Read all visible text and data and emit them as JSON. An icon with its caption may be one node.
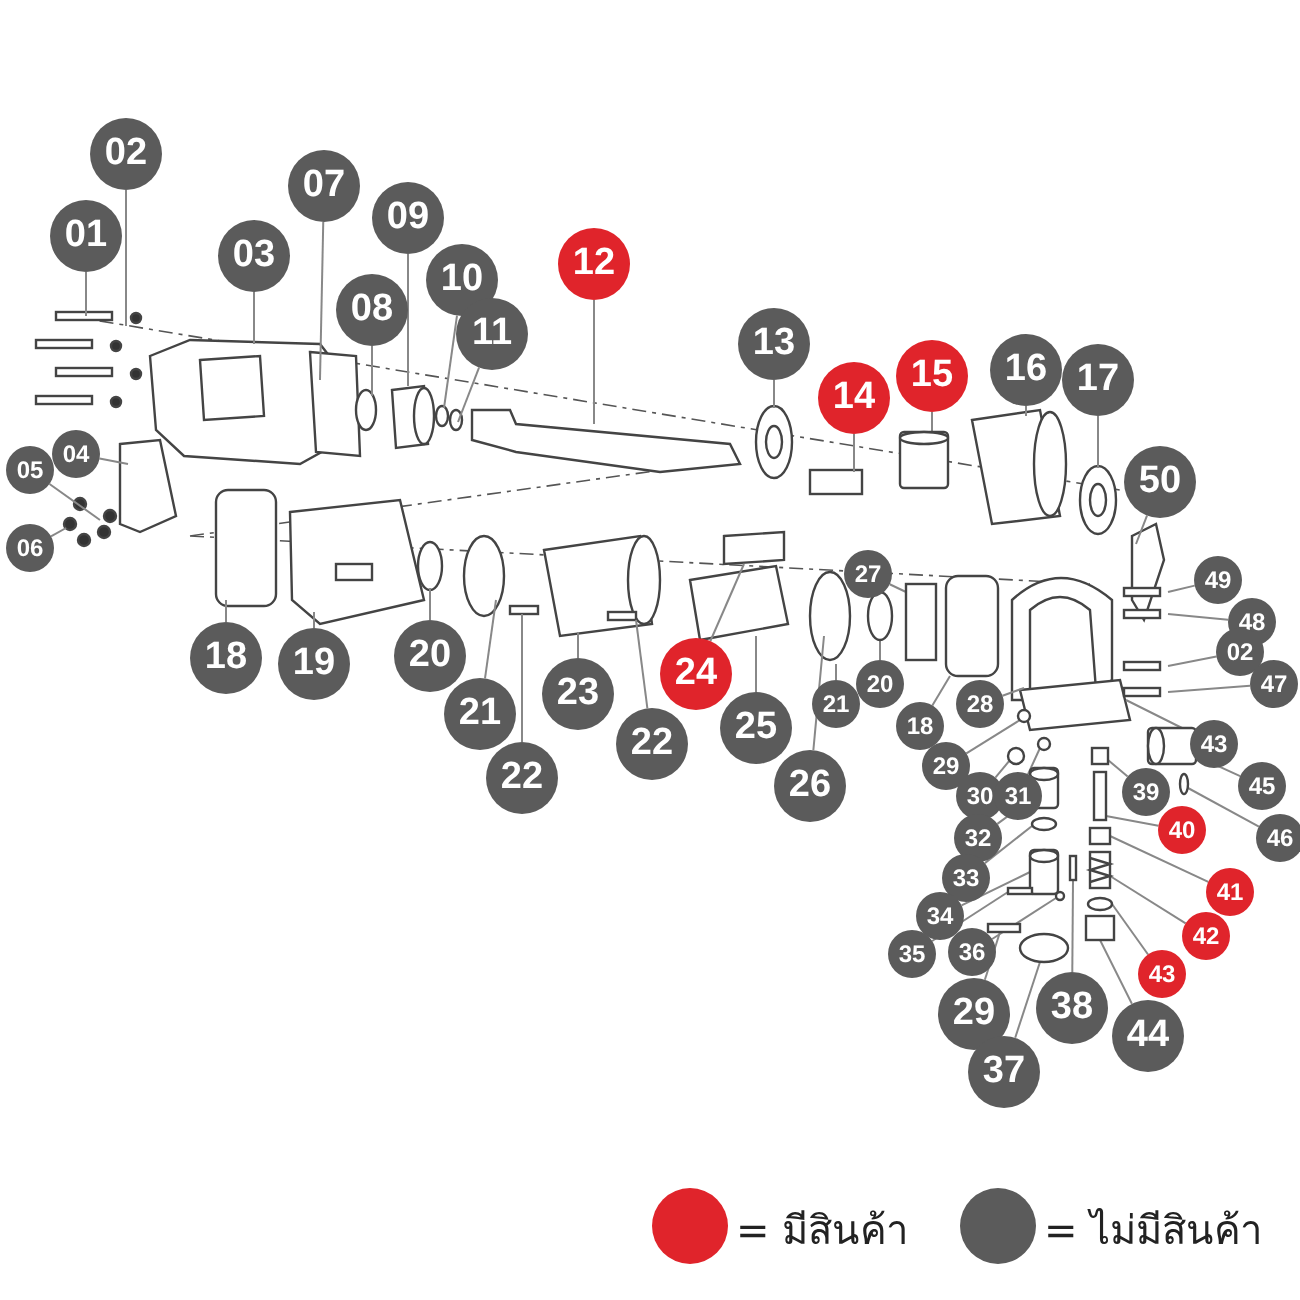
{
  "diagram": {
    "nodes": [
      {
        "text": [
          "01"
        ]
      },
      {
        "text": [
          "02"
        ]
      },
      {
        "text": [
          "03"
        ]
      },
      {
        "text": [
          "07"
        ]
      },
      {
        "text": [
          "08"
        ]
      },
      {
        "text": [
          "09"
        ]
      },
      {
        "text": [
          "10"
        ]
      },
      {
        "text": [
          "11"
        ]
      },
      {
        "text": [
          "12"
        ]
      },
      {
        "text": [
          "04"
        ]
      },
      {
        "text": [
          "05"
        ]
      },
      {
        "text": [
          "06"
        ]
      },
      {
        "text": [
          "13"
        ]
      },
      {
        "text": [
          "14"
        ]
      },
      {
        "text": [
          "15"
        ]
      },
      {
        "text": [
          "16"
        ]
      },
      {
        "text": [
          "17"
        ]
      },
      {
        "text": [
          "50"
        ]
      },
      {
        "text": [
          "27"
        ]
      },
      {
        "text": [
          "49"
        ]
      },
      {
        "text": [
          "48"
        ]
      },
      {
        "text": [
          "02"
        ]
      },
      {
        "text": [
          "47"
        ]
      },
      {
        "text": [
          "18"
        ]
      },
      {
        "text": [
          "19"
        ]
      },
      {
        "text": [
          "20"
        ]
      },
      {
        "text": [
          "21"
        ]
      },
      {
        "text": [
          "22"
        ]
      },
      {
        "text": [
          "23"
        ]
      },
      {
        "text": [
          "24"
        ]
      },
      {
        "text": [
          "22"
        ]
      },
      {
        "text": [
          "25"
        ]
      },
      {
        "text": [
          "26"
        ]
      },
      {
        "text": [
          "21"
        ]
      },
      {
        "text": [
          "20"
        ]
      },
      {
        "text": [
          "18"
        ]
      },
      {
        "text": [
          "28"
        ]
      },
      {
        "text": [
          "43"
        ]
      },
      {
        "text": [
          "29"
        ]
      },
      {
        "text": [
          "30"
        ]
      },
      {
        "text": [
          "31"
        ]
      },
      {
        "text": [
          "45"
        ]
      },
      {
        "text": [
          "39"
        ]
      },
      {
        "text": [
          "32"
        ]
      },
      {
        "text": [
          "40"
        ]
      },
      {
        "text": [
          "46"
        ]
      },
      {
        "text": [
          "33"
        ]
      },
      {
        "text": [
          "41"
        ]
      },
      {
        "text": [
          "34"
        ]
      },
      {
        "text": [
          "42"
        ]
      },
      {
        "text": [
          "35"
        ]
      },
      {
        "text": [
          "36"
        ]
      },
      {
        "text": [
          "43"
        ]
      },
      {
        "text": [
          "29"
        ]
      },
      {
        "text": [
          "38"
        ]
      },
      {
        "text": [
          "44"
        ]
      },
      {
        "text": [
          "37"
        ]
      },
      {
        "text": [],
        "shape": "cylinder"
      },
      {
        "text": [],
        "shape": "circle"
      },
      {
        "text": [],
        "shape": "circle"
      },
      {
        "text": [],
        "shape": "circle"
      },
      {
        "text": [],
        "shape": "circle"
      },
      {
        "text": [],
        "shape": "cylinder"
      },
      {
        "text": [],
        "shape": "box"
      },
      {
        "text": [],
        "shape": "cylinder"
      },
      {
        "text": [],
        "shape": "bar"
      },
      {
        "text": [],
        "shape": "circle"
      },
      {
        "text": [],
        "shape": "circle"
      },
      {
        "text": [],
        "shape": "box"
      },
      {
        "text": [],
        "shape": "cylinder"
      },
      {
        "text": [],
        "shape": "picture"
      },
      {
        "text": [],
        "shape": "bar"
      },
      {
        "text": [],
        "shape": "circle"
      },
      {
        "text": [],
        "shape": "circle"
      },
      {
        "text": [],
        "shape": "bar"
      },
      {
        "text": [],
        "shape": "bar"
      },
      {
        "text": [],
        "shape": "box"
      },
      {
        "text": [],
        "shape": "circle"
      },
      {
        "text": [],
        "shape": "box"
      },
      {
        "text": [],
        "shape": "box"
      }
    ],
    "edges": [
      {
        "from": 0,
        "to": null,
        "arrow": "none"
      },
      {
        "from": 1,
        "to": null,
        "arrow": "none"
      },
      {
        "from": 2,
        "to": null,
        "arrow": "none"
      },
      {
        "from": 3,
        "to": null,
        "arrow": "none"
      },
      {
        "from": 4,
        "to": null,
        "arrow": "none"
      },
      {
        "from": 5,
        "to": null,
        "arrow": "none"
      },
      {
        "from": 6,
        "to": null,
        "arrow": "none"
      },
      {
        "from": 7,
        "to": null,
        "arrow": "none"
      },
      {
        "from": 8,
        "to": null,
        "arrow": "none"
      },
      {
        "from": 9,
        "to": null,
        "arrow": "none"
      },
      {
        "from": 10,
        "to": null,
        "arrow": "none"
      },
      {
        "from": 11,
        "to": null,
        "arrow": "none"
      },
      {
        "from": 12,
        "to": null,
        "arrow": "none"
      },
      {
        "from": 13,
        "to": null,
        "arrow": "none"
      },
      {
        "from": 14,
        "to": 57,
        "arrow": "none"
      },
      {
        "from": 15,
        "to": null,
        "arrow": "none"
      },
      {
        "from": 16,
        "to": null,
        "arrow": "none"
      },
      {
        "from": 17,
        "to": null,
        "arrow": "none"
      },
      {
        "from": 18,
        "to": 79,
        "arrow": "none"
      },
      {
        "from": 19,
        "to": null,
        "arrow": "none"
      },
      {
        "from": 20,
        "to": null,
        "arrow": "none"
      },
      {
        "from": 21,
        "to": null,
        "arrow": "none"
      },
      {
        "from": 22,
        "to": null,
        "arrow": "none"
      },
      {
        "from": 23,
        "to": null,
        "arrow": "none"
      },
      {
        "from": 24,
        "to": null,
        "arrow": "none"
      },
      {
        "from": 25,
        "to": null,
        "arrow": "none"
      },
      {
        "from": 26,
        "to": null,
        "arrow": "none"
      },
      {
        "from": 27,
        "to": null,
        "arrow": "none"
      },
      {
        "from": 28,
        "to": null,
        "arrow": "none"
      },
      {
        "from": 29,
        "to": null,
        "arrow": "none"
      },
      {
        "from": 30,
        "to": null,
        "arrow": "none"
      },
      {
        "from": 31,
        "to": null,
        "arrow": "none"
      },
      {
        "from": 32,
        "to": null,
        "arrow": "none"
      },
      {
        "from": 33,
        "to": null,
        "arrow": "none"
      },
      {
        "from": 34,
        "to": 58,
        "arrow": "none"
      },
      {
        "from": 35,
        "to": 78,
        "arrow": "none"
      },
      {
        "from": 36,
        "to": null,
        "arrow": "none"
      },
      {
        "from": 37,
        "to": null,
        "arrow": "none"
      },
      {
        "from": 38,
        "to": 59,
        "arrow": "none"
      },
      {
        "from": 39,
        "to": 60,
        "arrow": "none"
      },
      {
        "from": 40,
        "to": 61,
        "arrow": "none"
      },
      {
        "from": 41,
        "to": 62,
        "arrow": "none"
      },
      {
        "from": 42,
        "to": 63,
        "arrow": "none"
      },
      {
        "from": 43,
        "to": 64,
        "arrow": "none"
      },
      {
        "from": 44,
        "to": 65,
        "arrow": "none"
      },
      {
        "from": 45,
        "to": 66,
        "arrow": "none"
      },
      {
        "from": 46,
        "to": 67,
        "arrow": "none"
      },
      {
        "from": 47,
        "to": 68,
        "arrow": "none"
      },
      {
        "from": 48,
        "to": 69,
        "arrow": "none"
      },
      {
        "from": 49,
        "to": 70,
        "arrow": "none"
      },
      {
        "from": 50,
        "to": 71,
        "arrow": "none"
      },
      {
        "from": 51,
        "to": 72,
        "arrow": "none"
      },
      {
        "from": 52,
        "to": 73,
        "arrow": "none"
      },
      {
        "from": 53,
        "to": 74,
        "arrow": "none"
      },
      {
        "from": 54,
        "to": 75,
        "arrow": "none"
      },
      {
        "from": 55,
        "to": 76,
        "arrow": "none"
      },
      {
        "from": 56,
        "to": 77,
        "arrow": "none"
      }
    ],
    "legend": [
      {
        "text": "= มีสินค้า",
        "color": "#e0242b"
      },
      {
        "text": "= ไม่มีสินค้า",
        "color": "#5b5b5b"
      }
    ]
  }
}
